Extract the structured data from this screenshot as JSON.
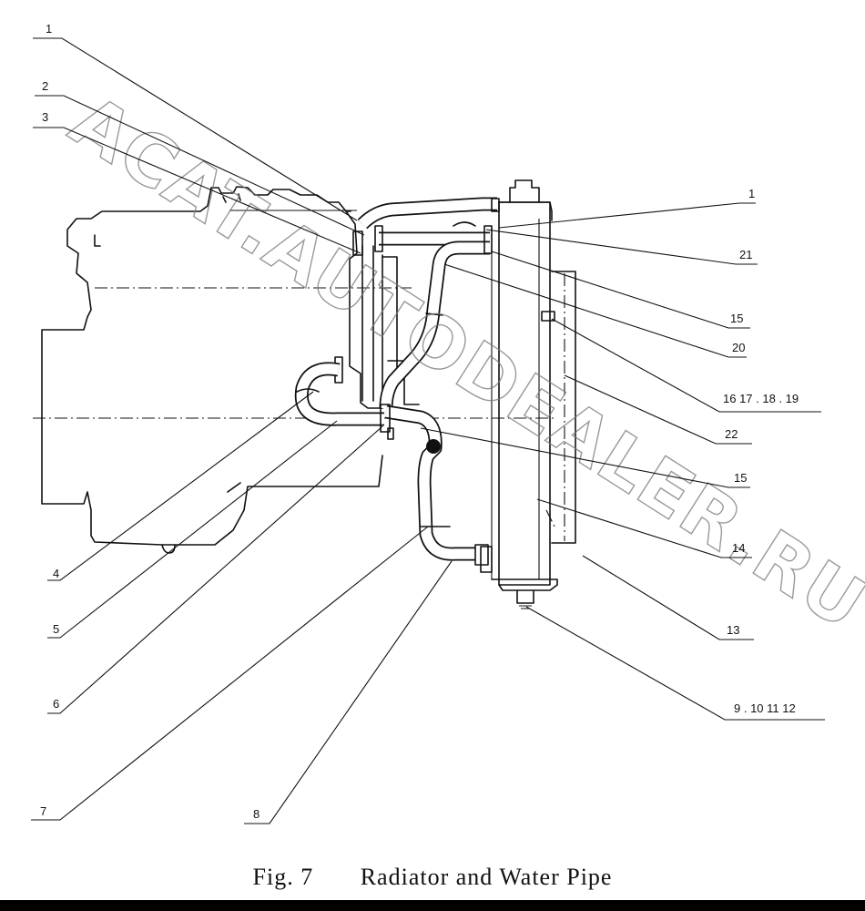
{
  "watermark": "ACAT.AUTODEALER.RU",
  "caption": {
    "figure_number": "Fig. 7",
    "title": "Radiator and Water Pipe"
  },
  "callouts": [
    {
      "id": "c1a",
      "label": "1"
    },
    {
      "id": "c2",
      "label": "2"
    },
    {
      "id": "c3",
      "label": "3"
    },
    {
      "id": "c1b",
      "label": "1"
    },
    {
      "id": "c21",
      "label": "21"
    },
    {
      "id": "c15a",
      "label": "15"
    },
    {
      "id": "c20",
      "label": "20"
    },
    {
      "id": "c16",
      "label": "16  17 . 18 . 19"
    },
    {
      "id": "c22",
      "label": "22"
    },
    {
      "id": "c15b",
      "label": "15"
    },
    {
      "id": "c14",
      "label": "14"
    },
    {
      "id": "c13",
      "label": "13"
    },
    {
      "id": "c9",
      "label": "9 . 10  11  12"
    },
    {
      "id": "c4",
      "label": "4"
    },
    {
      "id": "c5",
      "label": "5"
    },
    {
      "id": "c6",
      "label": "6"
    },
    {
      "id": "c7",
      "label": "7"
    },
    {
      "id": "c8",
      "label": "8"
    }
  ]
}
